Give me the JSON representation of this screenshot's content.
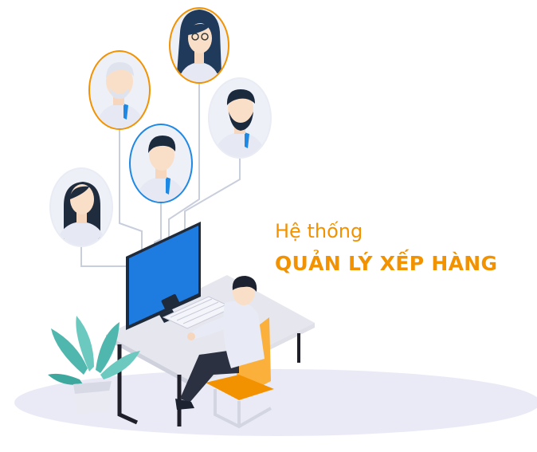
{
  "heading": {
    "line1": "Hệ thống",
    "line2": "QUẢN LÝ XẾP HÀNG"
  },
  "colors": {
    "accent": "#f39200",
    "blue": "#1e88e5",
    "monitor": "#1e7be0",
    "floor": "#e9eaf6",
    "leaf": "#6cc9c0",
    "connector": "#c9cedd"
  },
  "illustration": {
    "avatars": [
      {
        "name": "woman-avatar",
        "ring": "orange"
      },
      {
        "name": "old-man-avatar",
        "ring": "orange"
      },
      {
        "name": "man-avatar",
        "ring": "blue"
      },
      {
        "name": "bearded-man-avatar",
        "ring": "white"
      },
      {
        "name": "woman-left-avatar",
        "ring": "white"
      }
    ]
  }
}
